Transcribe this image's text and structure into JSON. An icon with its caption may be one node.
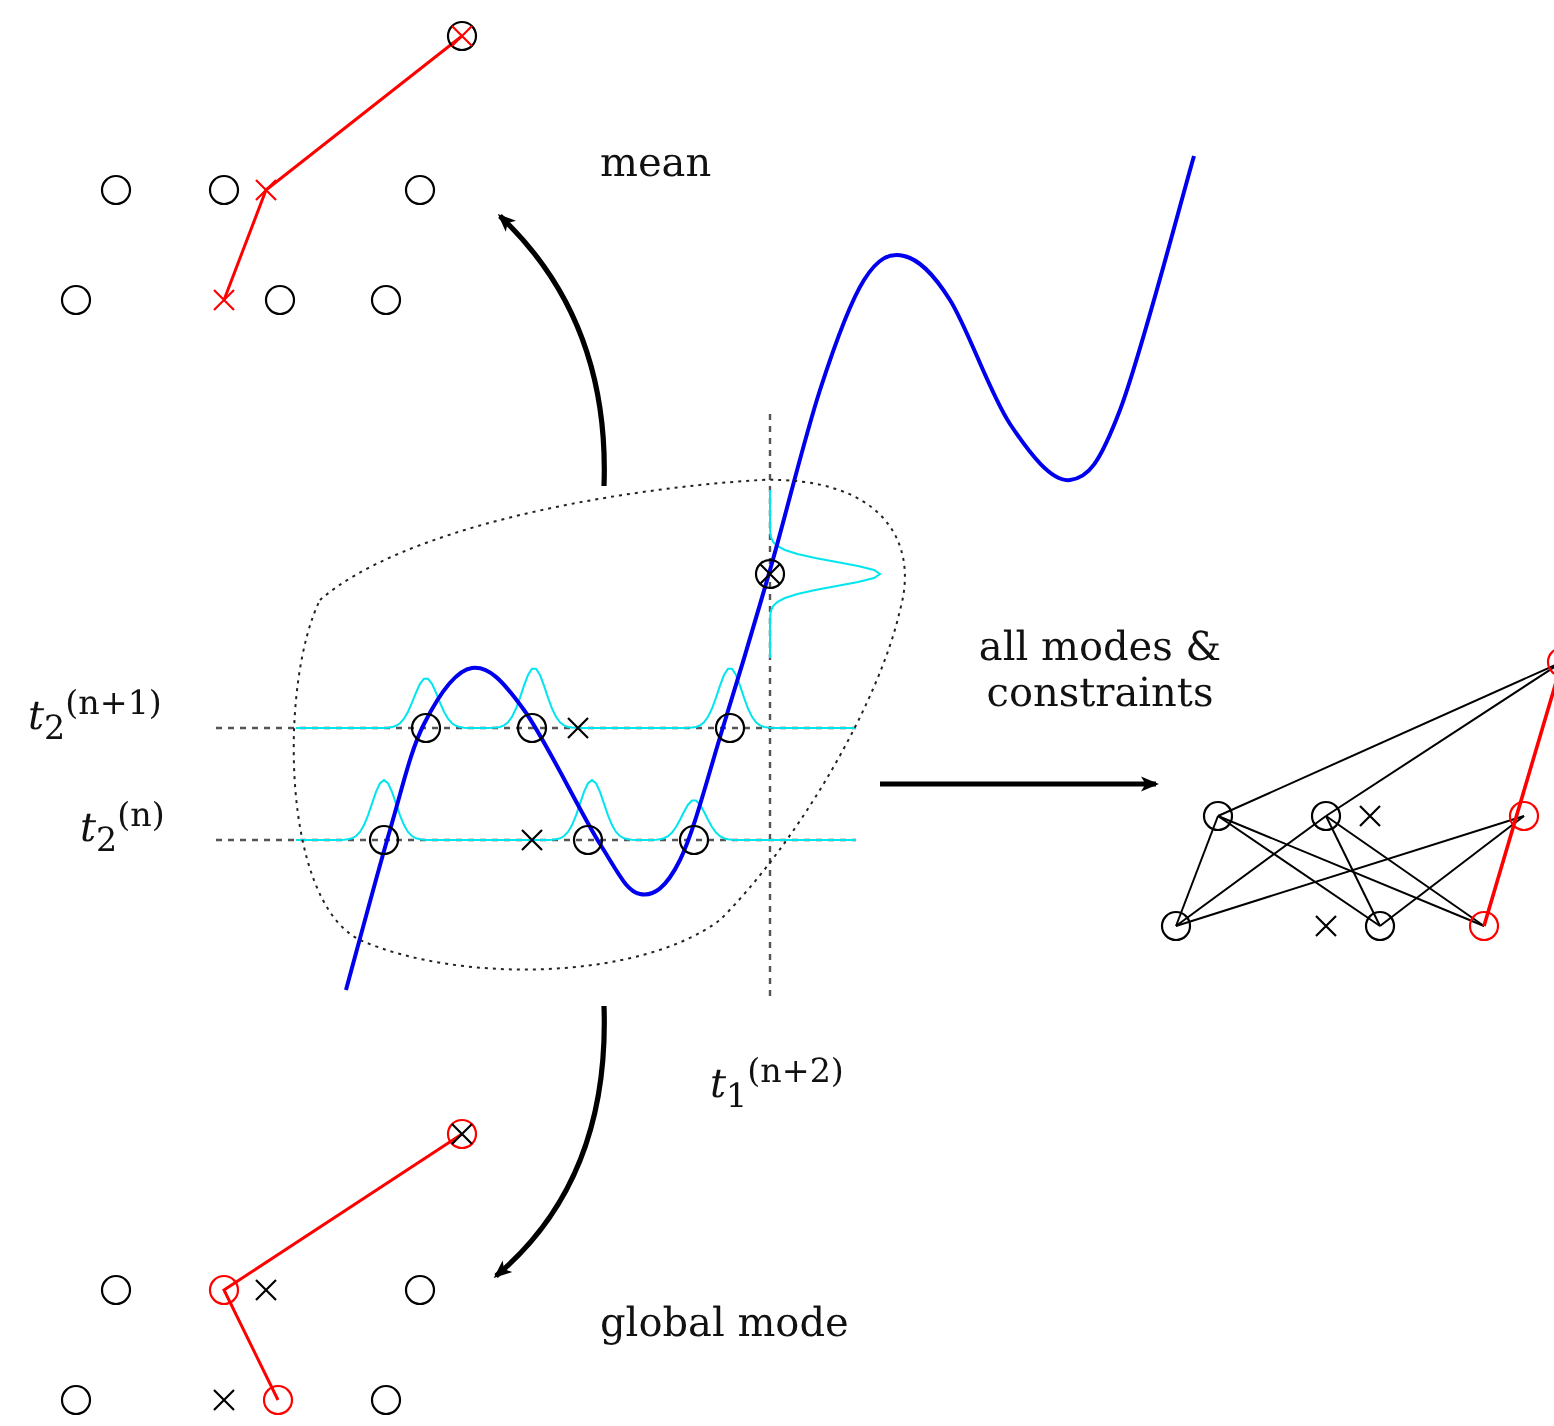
{
  "diagram": {
    "nodes": [
      {
        "text": [],
        "shape": "cloud"
      },
      {
        "text": [],
        "shape": "picture"
      },
      {
        "text": [],
        "shape": "picture"
      },
      {
        "text": [],
        "shape": "picture"
      }
    ],
    "edges": [
      {
        "from": 0,
        "to": 1,
        "arrow": "to",
        "label": "mean"
      },
      {
        "from": 0,
        "to": 2,
        "arrow": "to",
        "label": "all modes & constraints"
      },
      {
        "from": 0,
        "to": 3,
        "arrow": "to",
        "label": "global mode"
      }
    ],
    "labels": [
      "*t*$_{2}$$^{(n+1)}$",
      "*t*$_{2}$$^{(n)}$",
      "*t*$_{1}$$^{(n+2)}$"
    ]
  }
}
